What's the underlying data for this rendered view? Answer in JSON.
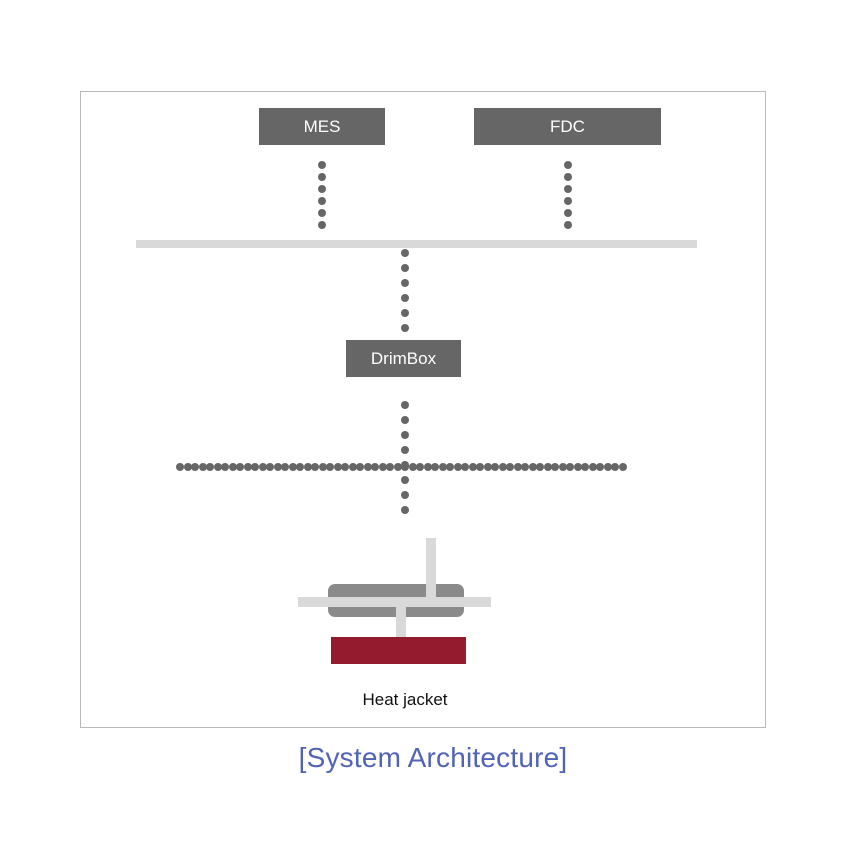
{
  "diagram": {
    "nodes": {
      "mes": "MES",
      "fdc": "FDC",
      "drimbox": "DrimBox"
    },
    "equipment_label": "Heat jacket",
    "caption": "[System Architecture]",
    "colors": {
      "node_fill": "#666666",
      "node_text": "#ffffff",
      "network_line": "#d9d9d9",
      "dotted_link": "#666666",
      "vessel": "#8a8a8a",
      "heat_jacket": "#941a2d",
      "caption_text": "#5063b5",
      "frame_border": "#b9b9b9"
    }
  }
}
